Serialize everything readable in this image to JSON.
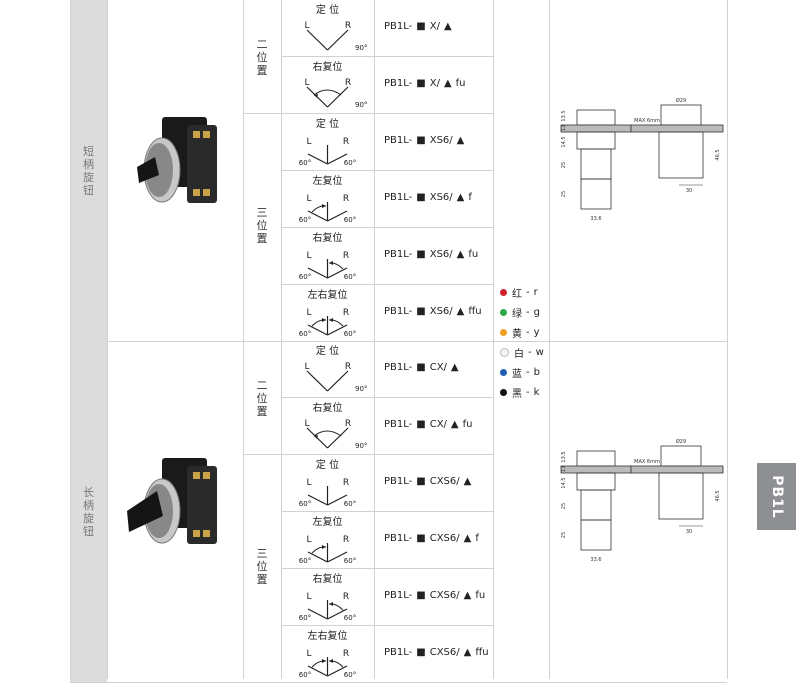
{
  "groups": [
    {
      "category": [
        "短",
        "柄",
        "旋",
        "钮"
      ],
      "positions": [
        {
          "label": [
            "二",
            "位",
            "置"
          ],
          "rows": [
            {
              "title": "定 位",
              "type": "two",
              "code_prefix": "PB1L-",
              "code_model": "X/",
              "code_suffix": ""
            },
            {
              "title": "右复位",
              "type": "two-return",
              "code_prefix": "PB1L-",
              "code_model": "X/",
              "code_suffix": "fu"
            }
          ]
        },
        {
          "label": [
            "三",
            "位",
            "置"
          ],
          "rows": [
            {
              "title": "定 位",
              "type": "three",
              "code_prefix": "PB1L-",
              "code_model": "XS6/",
              "code_suffix": ""
            },
            {
              "title": "左复位",
              "type": "three-left",
              "code_prefix": "PB1L-",
              "code_model": "XS6/",
              "code_suffix": "f"
            },
            {
              "title": "右复位",
              "type": "three-right",
              "code_prefix": "PB1L-",
              "code_model": "XS6/",
              "code_suffix": "fu"
            },
            {
              "title": "左右复位",
              "type": "three-both",
              "code_prefix": "PB1L-",
              "code_model": "XS6/",
              "code_suffix": "ffu"
            }
          ]
        }
      ]
    },
    {
      "category": [
        "长",
        "柄",
        "旋",
        "钮"
      ],
      "positions": [
        {
          "label": [
            "二",
            "位",
            "置"
          ],
          "rows": [
            {
              "title": "定 位",
              "type": "two",
              "code_prefix": "PB1L-",
              "code_model": "CX/",
              "code_suffix": ""
            },
            {
              "title": "右复位",
              "type": "two-return",
              "code_prefix": "PB1L-",
              "code_model": "CX/",
              "code_suffix": "fu"
            }
          ]
        },
        {
          "label": [
            "三",
            "位",
            "置"
          ],
          "rows": [
            {
              "title": "定 位",
              "type": "three",
              "code_prefix": "PB1L-",
              "code_model": "CXS6/",
              "code_suffix": ""
            },
            {
              "title": "左复位",
              "type": "three-left",
              "code_prefix": "PB1L-",
              "code_model": "CXS6/",
              "code_suffix": "f"
            },
            {
              "title": "右复位",
              "type": "three-right",
              "code_prefix": "PB1L-",
              "code_model": "CXS6/",
              "code_suffix": "fu"
            },
            {
              "title": "左右复位",
              "type": "three-both",
              "code_prefix": "PB1L-",
              "code_model": "CXS6/",
              "code_suffix": "ffu"
            }
          ]
        }
      ]
    }
  ],
  "diagram_text": {
    "left": "L",
    "right": "R",
    "angle_90": "90°",
    "angle_60": "60°"
  },
  "colors": [
    {
      "name": "红",
      "code": "r",
      "hex": "#d0202a"
    },
    {
      "name": "绿",
      "code": "g",
      "hex": "#2aa84a"
    },
    {
      "name": "黄",
      "code": "y",
      "hex": "#f0a020"
    },
    {
      "name": "白",
      "code": "w",
      "hex": "#f4f4f4"
    },
    {
      "name": "蓝",
      "code": "b",
      "hex": "#1f5fb0"
    },
    {
      "name": "黑",
      "code": "k",
      "hex": "#111111"
    }
  ],
  "dimensions": {
    "front_labels": [
      "13.5",
      "13",
      "14.5",
      "25",
      "25",
      "33.6"
    ],
    "side_labels": [
      "Ø29",
      "MAX 6mm",
      "46.5",
      "30"
    ]
  },
  "side_tab": "PB1L",
  "symbols": {
    "square": "■",
    "triangle": "▲",
    "separator": "-"
  }
}
